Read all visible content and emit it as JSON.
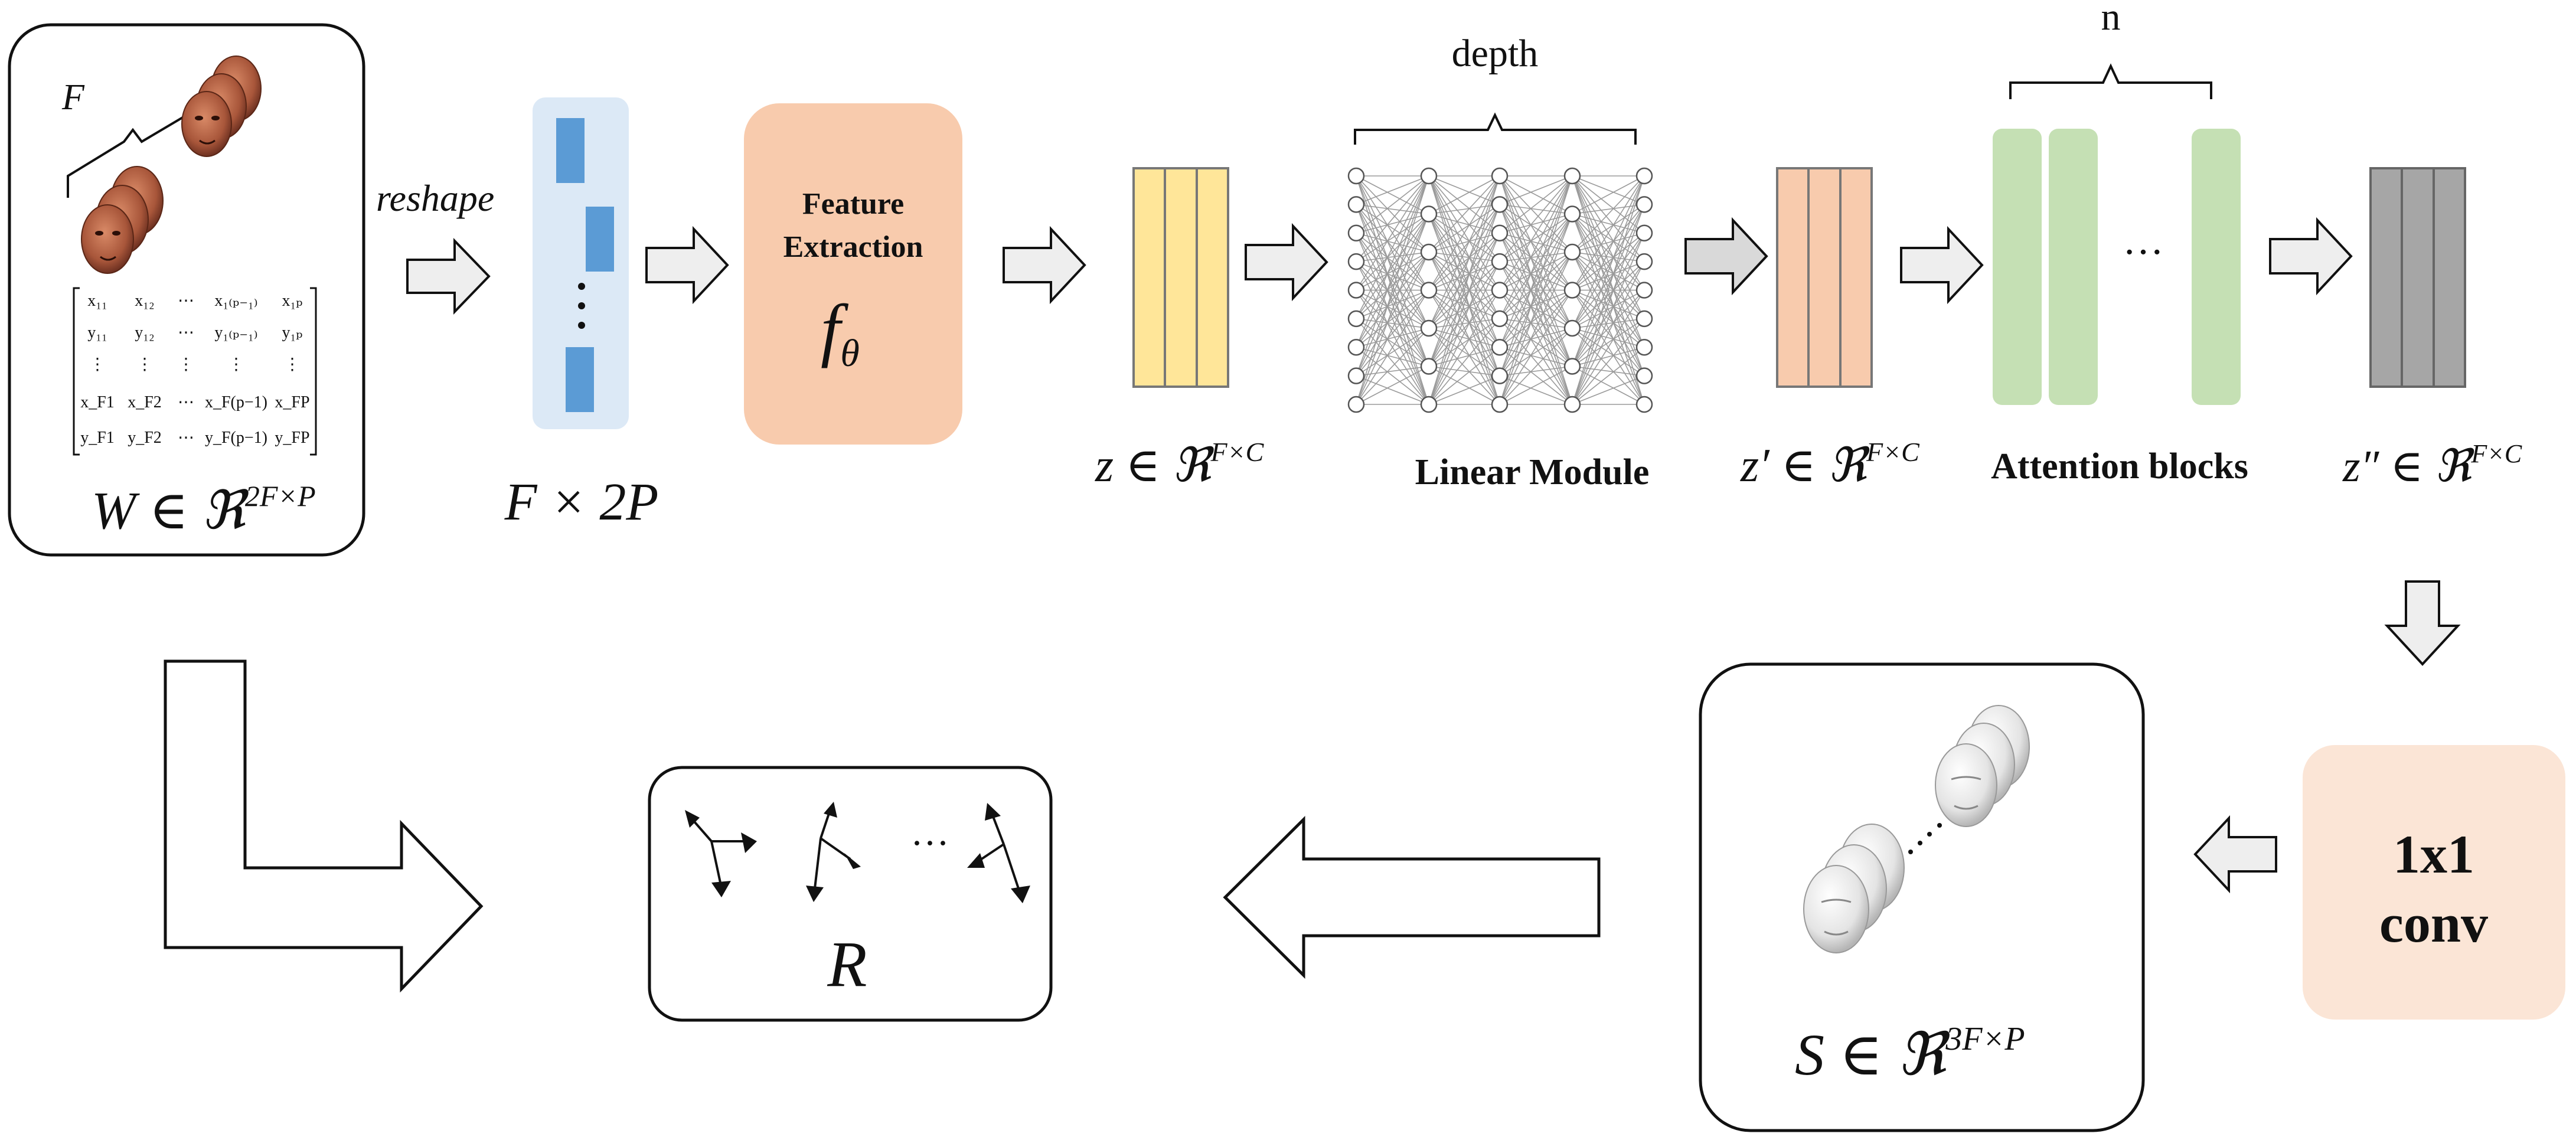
{
  "input": {
    "frame_label": "F",
    "matrix_rows": [
      [
        "x₁₁",
        "x₁₂",
        "⋯",
        "x₁₍ₚ₋₁₎",
        "x₁ₚ"
      ],
      [
        "y₁₁",
        "y₁₂",
        "⋯",
        "y₁₍ₚ₋₁₎",
        "y₁ₚ"
      ],
      [
        "⋮",
        "⋮",
        "⋮",
        "⋮",
        "⋮"
      ],
      [
        "x_F1",
        "x_F2",
        "⋯",
        "x_F(p−1)",
        "x_FP"
      ],
      [
        "y_F1",
        "y_F2",
        "⋯",
        "y_F(p−1)",
        "y_FP"
      ]
    ],
    "caption": "W ∈ ℜ",
    "caption_sup": "2F×P"
  },
  "reshape": {
    "label": "reshape",
    "caption": "F × 2P"
  },
  "feature_extraction": {
    "title_line1": "Feature",
    "title_line2": "Extraction",
    "symbol": "f",
    "symbol_sub": "θ"
  },
  "z": {
    "caption": "z ∈ ℜ",
    "caption_sup": "F×C"
  },
  "linear_module": {
    "top_label": "depth",
    "caption": "Linear Module"
  },
  "z_prime": {
    "caption": "z′ ∈ ℜ",
    "caption_sup": "F×C"
  },
  "attention": {
    "top_label": "n",
    "dots": "···",
    "caption": "Attention blocks"
  },
  "z_double_prime": {
    "caption": "z″ ∈ ℜ",
    "caption_sup": "F×C"
  },
  "conv": {
    "line1": "1x1",
    "line2": "conv"
  },
  "shape": {
    "caption": "S ∈ ℜ",
    "caption_sup": "3F×P"
  },
  "rotation": {
    "dots": "···",
    "caption": "R"
  },
  "colors": {
    "input_token": "#5b9bd5",
    "token_bg": "#dce9f6",
    "feature_box": "#f8cbad",
    "z_block": "#ffe699",
    "z_prime_block": "#f8cbad",
    "attention_block": "#c5e0b4",
    "z_double_prime_block": "#a6a6a6",
    "conv_box": "#fbe5d6",
    "face": "#a8563a"
  }
}
